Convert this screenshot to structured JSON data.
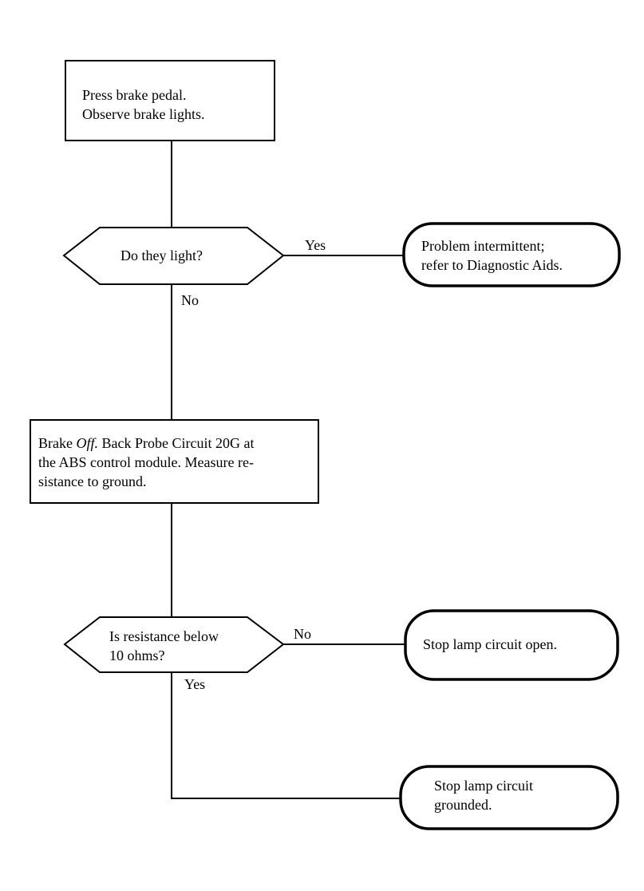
{
  "nodes": {
    "step1": {
      "line1": "Press brake pedal.",
      "line2": "Observe brake lights."
    },
    "decision1": {
      "text": "Do they light?"
    },
    "result1": {
      "line1": "Problem intermittent;",
      "line2": "refer to Diagnostic Aids."
    },
    "step2": {
      "line1_a": "Brake ",
      "line1_em": "Off.",
      "line1_b": " Back Probe Circuit 20G at",
      "line2": "the ABS control module. Measure re-",
      "line3": "sistance to ground."
    },
    "decision2": {
      "line1": "Is resistance below",
      "line2": "10 ohms?"
    },
    "result2": {
      "text": "Stop lamp circuit open."
    },
    "result3": {
      "line1": "Stop lamp circuit",
      "line2": "grounded."
    }
  },
  "edges": {
    "d1_yes": "Yes",
    "d1_no": "No",
    "d2_no": "No",
    "d2_yes": "Yes"
  }
}
